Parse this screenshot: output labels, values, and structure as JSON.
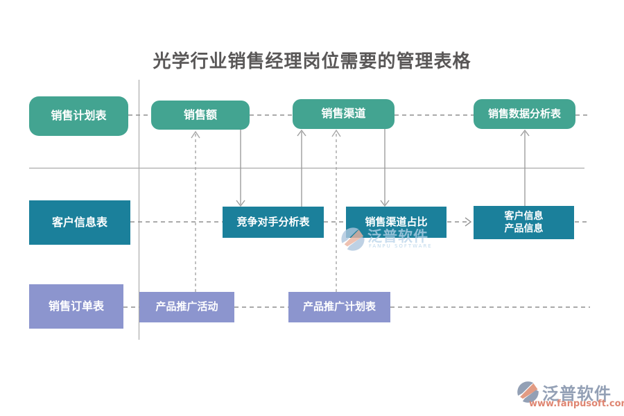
{
  "title": "光学行业销售经理岗位需要的管理表格",
  "nodes": {
    "sales_plan": {
      "label": "销售计划表"
    },
    "sales_amount": {
      "label": "销售额"
    },
    "sales_channel": {
      "label": "销售渠道"
    },
    "sales_data_analysis": {
      "label": "销售数据分析表"
    },
    "customer_info": {
      "label": "客户信息表"
    },
    "competitor_analysis": {
      "label": "竞争对手分析表"
    },
    "channel_share": {
      "label": "销售渠道占比"
    },
    "customer_product_info": {
      "line1": "客户信息",
      "line2": "产品信息"
    },
    "sales_order": {
      "label": "销售订单表"
    },
    "promo_activity": {
      "label": "产品推广活动"
    },
    "promo_plan": {
      "label": "产品推广计划表"
    }
  },
  "watermark": {
    "brand": "泛普软件",
    "brand_sub": "FANPU SOFTWARE",
    "url": "www.fanpusoft.com"
  },
  "colors": {
    "node_green": "#43A491",
    "node_teal": "#1B809B",
    "node_purple": "#8C95CE",
    "title_gray": "#595757",
    "connector_gray": "#9C9C9C",
    "watermark_blue": "#93A0B5",
    "watermark_salmon": "#DF8571"
  }
}
